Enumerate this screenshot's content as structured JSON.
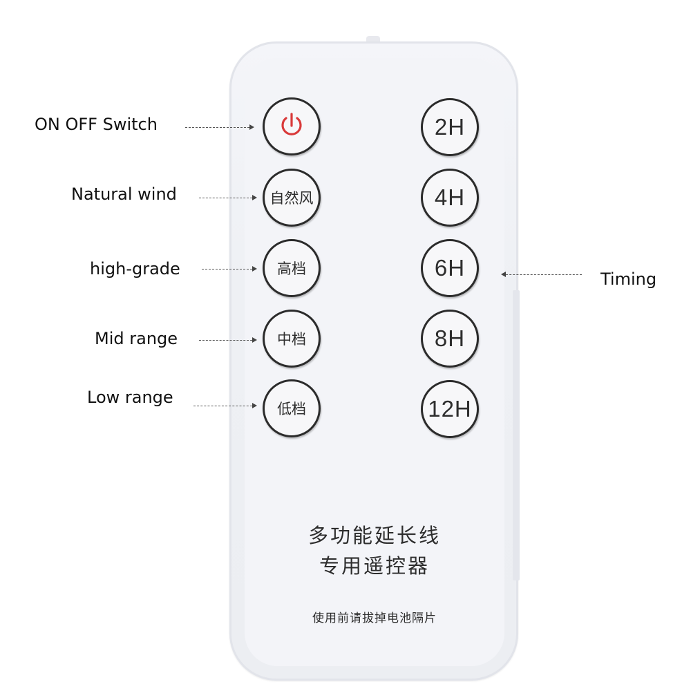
{
  "annotations": {
    "on_off": "ON OFF Switch",
    "natural_wind": "Natural wind",
    "high_grade": "high-grade",
    "mid_range": "Mid range",
    "low_range": "Low range",
    "timing": "Timing"
  },
  "remote": {
    "left_buttons": {
      "power_icon": "power-icon",
      "natural": "自然风",
      "high": "高档",
      "mid": "中档",
      "low": "低档"
    },
    "timer_buttons": {
      "t2": "2H",
      "t4": "4H",
      "t6": "6H",
      "t8": "8H",
      "t12": "12H"
    },
    "printed": {
      "line1": "多功能延长线",
      "line2": "专用遥控器",
      "note": "使用前请拔掉电池隔片"
    }
  },
  "colors": {
    "power_icon": "#d93a3a",
    "button_border": "#2b2b2b",
    "remote_body": "#f1f2f6"
  }
}
